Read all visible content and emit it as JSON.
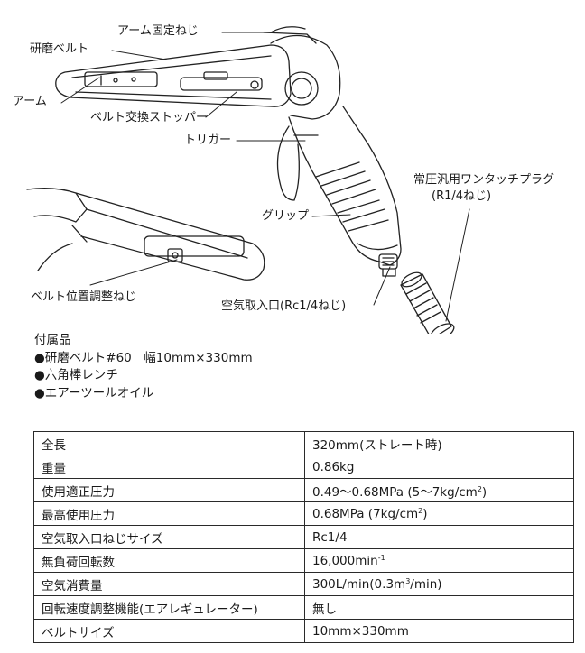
{
  "callouts": {
    "arm_fix_screw": "アーム固定ねじ",
    "sanding_belt": "研磨ベルト",
    "arm": "アーム",
    "belt_stopper": "ベルト交換ストッパー",
    "trigger": "トリガー",
    "grip": "グリップ",
    "belt_adjust_screw": "ベルト位置調整ねじ",
    "air_inlet": "空気取入口(Rc1/4ねじ)",
    "plug_line1": "常圧汎用ワンタッチプラグ",
    "plug_line2": "(R1/4ねじ)"
  },
  "accessories": {
    "title": "付属品",
    "items": [
      "●研磨ベルト#60　幅10mm×330mm",
      "●六角棒レンチ",
      "●エアーツールオイル"
    ]
  },
  "specs": [
    {
      "label": "全長",
      "value": "320mm(ストレート時)"
    },
    {
      "label": "重量",
      "value": "0.86kg"
    },
    {
      "label": "使用適正圧力",
      "value": "0.49〜0.68MPa (5〜7kg/cm",
      "sup": "2",
      "tail": ")"
    },
    {
      "label": "最高使用圧力",
      "value": "0.68MPa (7kg/cm",
      "sup": "2",
      "tail": ")"
    },
    {
      "label": "空気取入口ねじサイズ",
      "value": "Rc1/4"
    },
    {
      "label": "無負荷回転数",
      "value": "16,000min",
      "sup": "-1",
      "tail": ""
    },
    {
      "label": "空気消費量",
      "value": "300L/min(0.3m",
      "sup": "3",
      "tail": "/min)"
    },
    {
      "label": "回転速度調整機能(エアレギュレーター)",
      "value": "無し"
    },
    {
      "label": "ベルトサイズ",
      "value": "10mm×330mm"
    }
  ]
}
